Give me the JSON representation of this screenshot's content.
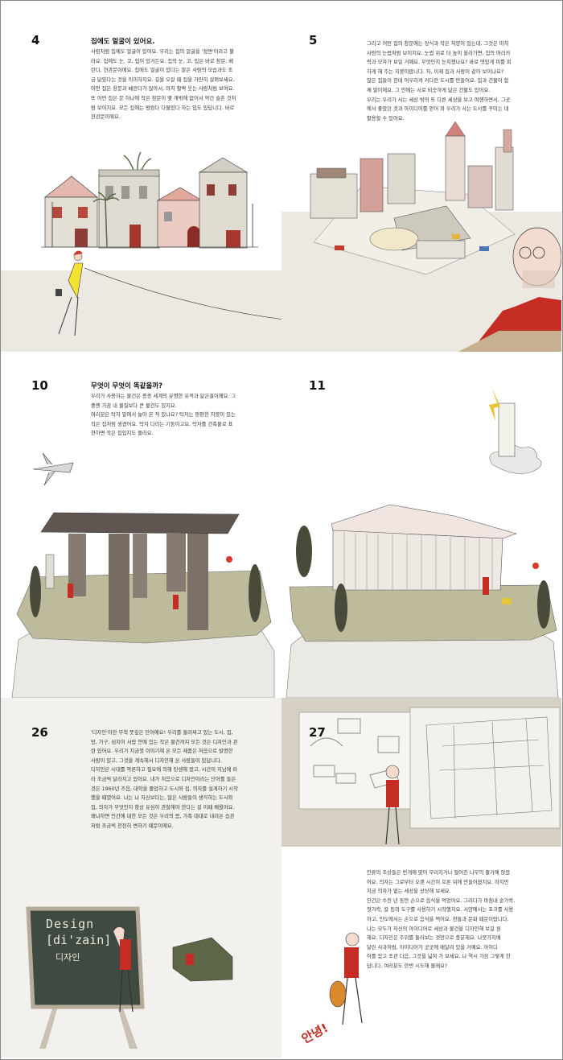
{
  "spread1": {
    "left": {
      "page_number": "4",
      "title": "집에도 얼굴이 있어요.",
      "body": "사람처럼 집에도 얼굴이 있어요. 우리는 집의 얼굴을 '정면'이라고 불\n러요. 집에도 눈, 코, 입이 있거든요. 집의 눈, 코, 입은 바로 창문, 베\n란다, 현관문이에요. 집에도 얼굴이 있다는 말은 사람의 모습과도 조\n금 닮았다는 것을 의미하지요. 길을 오갈 때 집을 가만히 살펴보세요.\n어떤 집은 창문과 베란다가 많아서, 마치 활짝 웃는 사람처럼 보여요.\n또 어떤 집은 문 하나에 작은 창문이 몇 개밖에 없어서 약간 슬픈 것처\n럼 보이지요. 모든 집에는 범람다 다물었다 하는 입도 있답니다. 바로\n현관문이에요."
    },
    "right": {
      "page_number": "5",
      "body": "그리고 어떤 집의 창문에는 장식과 작은 처양이 있는데, 그것은 마치\n사람의 눈썹처럼 보이지요. 눈썹 위로 더 높이 올라가면, 집의 머리카\n락과 모자가 보일 거예요. 무엇인지 눈치챘나요? 바로 멋있게 미를 피\n하게 해 주는 지붕이랍니다. 자, 이제 집과 사람이 같아 보이나요?\n많은 집들이 한데 어우러져 커다란 도시를 만들어요. 집과 건물이 함\n께 말이에요. 그 안에는 서로 비슷하게 닮은 건물도 있어요.\n우리는 우리가 사는 세상 밖의 또 다른 세상을 보고 여행하면서, 그곳\n에서 좋았던 것과 아이디어를 얻어 와 우리가 사는 도시를 꾸미는 데\n활용할 수 있어요."
    }
  },
  "spread2": {
    "left": {
      "page_number": "10",
      "title": "무엇이 무엇이 똑같을까?",
      "body": "우리가 사용하는 물건은 종종 세계의 유명한 유적과 닮은꼴이에요. 그\n중엔 가끔 내 물질보다 큰 물건도 있지요.\n여러분은 탁자 밑에서 놀아 본 적 있나요? 탁자는 편편한 지붕이 있는\n작은 집처럼 생겼어요. 탁자 다리는 기둥이고요. 탁자를 건축물로 표\n현하면 작은 집입지도 몰라요."
    },
    "right": {
      "page_number": "11"
    }
  },
  "spread3": {
    "left": {
      "page_number": "26",
      "body": "'디자인'이란 무척 뜻깊은 단어예요! 우리를 둘러싸고 있는 도시, 집,\n방, 가구, 심지어 서랍 안에 있는 작은 물건까지 모든 것은 디자인과 관\n련 있어요. 우리가 지금껏 이야기해 온 모든 제품은 처음으로 발명한\n사람이 있고, 그것을 계속해서 디자인해 온 사람들이 있답니다.\n디자인은 시대를 막론하고 필요에 의해 탄생해 왔고, 시간이 지남에 따\n라 조금씩 달라지고 있어요. 내가 처음으로 디자인이라는 단어를 들은\n것은 1960년 즈음, 대학을 졸업하고 도시와 집, 의자를 설계하기 시작\n했을 때였어요. 나는 나 자신보다는, 많은 사람들이 생각하는 도시와\n집, 의자가 무엇인지 항상 유심히 관찰해야 한다는 걸 이때 배웠어요.\n왜냐하면 인간에 대한 모든 것은 우리의 몸, 가족 대대로 내려온 습관\n처럼 조금씩 천천히 변하기 때문이에요.",
      "chalkboard_line1": "Design",
      "chalkboard_line2": "[di'zain]",
      "chalkboard_line3": "디자인"
    },
    "right": {
      "page_number": "27",
      "body": "인류의 조상들은 번개에 맞아 부러지거나 떨어진 나무의 줄기에 앉았\n어요. 의자는 그로부터 오랜 시간이 흐른 뒤에 만들어졌지요. 하지만\n지금 의자가 없는 세상을 상상해 보세요.\n인간은 수천 년 동안 손으로 음식을 먹었어요. 그러다가 마침내 숟가락,\n젓가락, 칼 등의 도구를 사용하기 시작했지요. 서양에서는 포크를 사용\n하고, 인도에서는 손으로 음식을 먹어요. 전통과 문화 때문이랍니다.\n     나는 모두가 자신의 아이디어로 세상과 물건을 디자인해 보길 원\n해요. 디자인은 주위를 둘러보는 것만으로 충분해요. 나뭇가지에\n달린 사과처럼, 아이디어가 곳곳에 매달려 있을 거예요. 아이디\n어를 잡고 조관 다음, 그것을 넓혀 가 보세요. 나 역시 가끔 그렇게 한\n답니다. 여러분도 한번 시도해 볼래요?",
      "exclaim": "안녕!"
    }
  }
}
